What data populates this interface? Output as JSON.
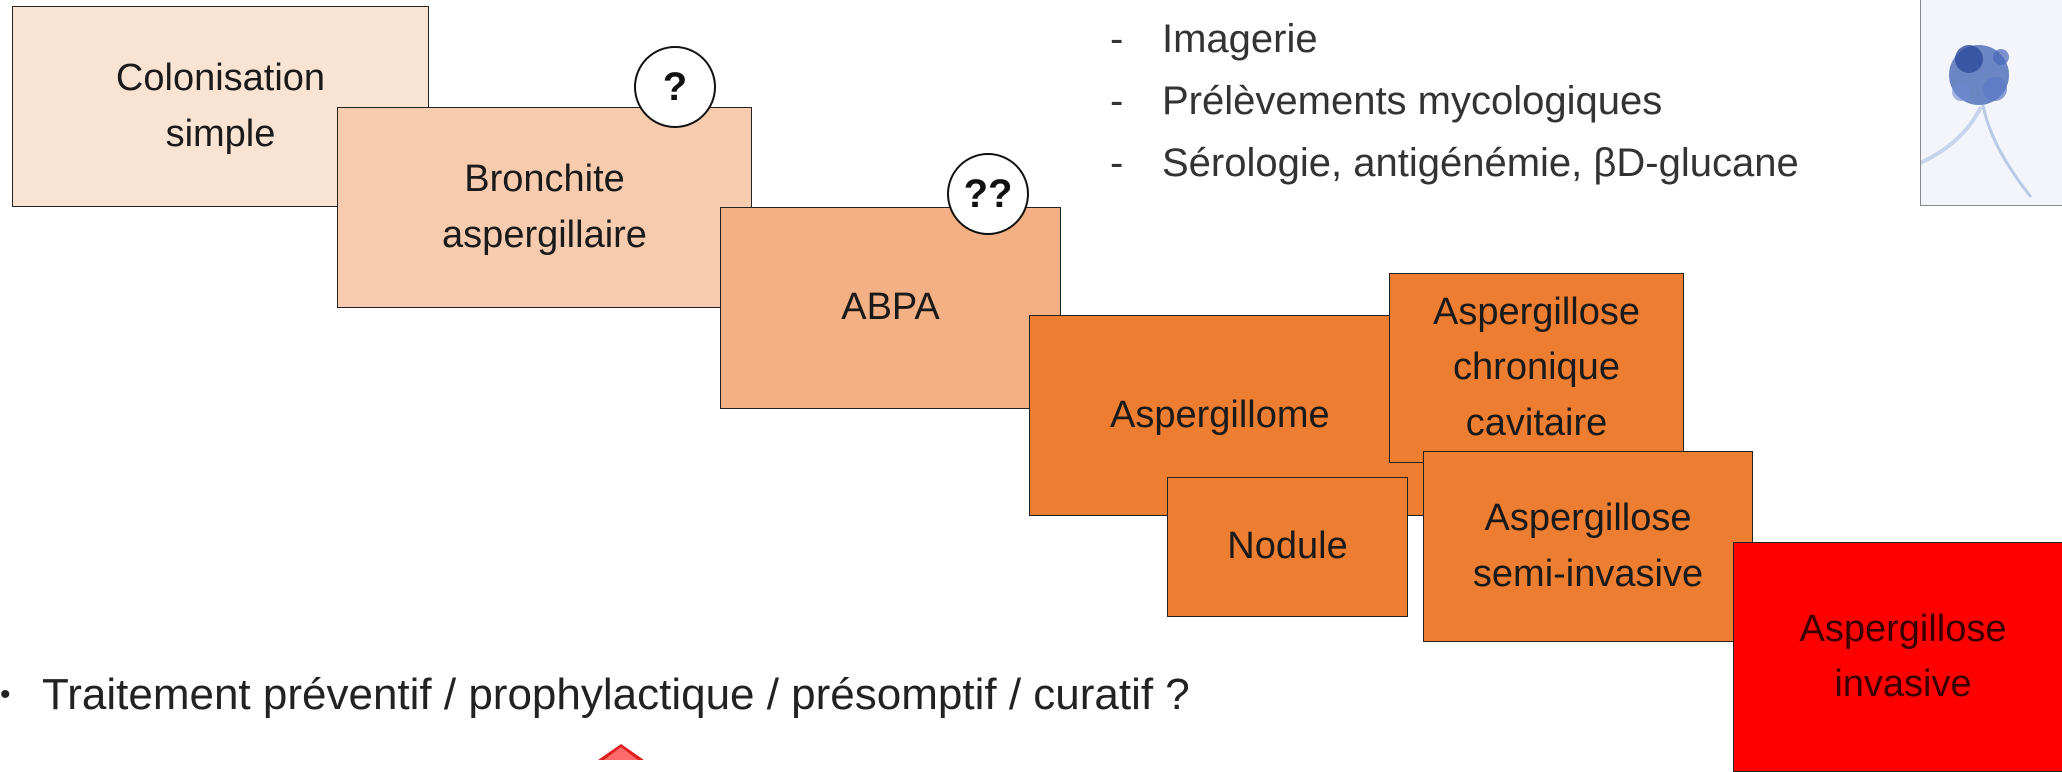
{
  "diagram": {
    "boxes": {
      "colonisation": "Colonisation\nsimple",
      "bronchite": "Bronchite\naspergillaire",
      "abpa": "ABPA",
      "aspergillome": "Aspergillome",
      "chronique": "Aspergillose\nchronique\ncavitaire",
      "nodule": "Nodule",
      "semi_invasive": "Aspergillose\nsemi-invasive",
      "invasive": "Aspergillose\ninvasive"
    },
    "markers": {
      "single": "?",
      "double": "??"
    }
  },
  "diagnostics_list": [
    "Imagerie",
    "Prélèvements mycologiques",
    "Sérologie, antigénémie, βD-glucane"
  ],
  "list_dash": "-",
  "bullet": {
    "symbol": "•",
    "text": "Traitement préventif / prophylactique / présomptif / curatif ?"
  },
  "colors": {
    "lightest": "#f9e3d3",
    "light": "#f7ccae",
    "medium": "#f2b084",
    "orange": "#ed7d31",
    "red": "#ff0000"
  },
  "icons": {
    "photo": "aspergillus-micrograph-image",
    "arrow": "red-arrow-icon"
  }
}
